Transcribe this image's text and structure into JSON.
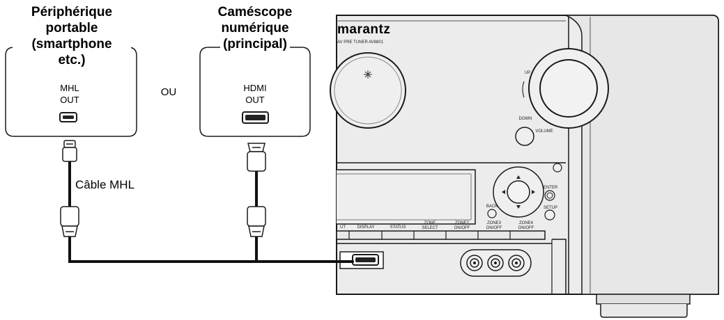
{
  "devices": {
    "portable": {
      "title_lines": [
        "Périphérique",
        "portable",
        "(smartphone",
        "etc.)"
      ],
      "port_lines": [
        "MHL",
        "OUT"
      ]
    },
    "camcorder": {
      "title_lines": [
        "Caméscope",
        "numérique",
        "(principal)"
      ],
      "port_lines": [
        "HDMI",
        "OUT"
      ]
    },
    "separator": "OU"
  },
  "cable": {
    "label": "Câble MHL"
  },
  "receiver": {
    "brand": "marantz",
    "model": "AV PRE TUNER AV8801",
    "volume": {
      "up": "UP",
      "down": "DOWN",
      "label": "VOLUME"
    },
    "controls": {
      "enter": "ENTER",
      "back": "BACK",
      "setup": "SETUP"
    },
    "buttons": [
      "UT",
      "DISPLAY",
      "STATUS",
      "ZONE SELECT",
      "ZONE2 ON/OFF",
      "ZONE3 ON/OFF",
      "ZONE4 ON/OFF"
    ]
  },
  "colors": {
    "receiver_face": "#ededed",
    "receiver_line": "#1a1a1a",
    "cable": "#111111"
  }
}
